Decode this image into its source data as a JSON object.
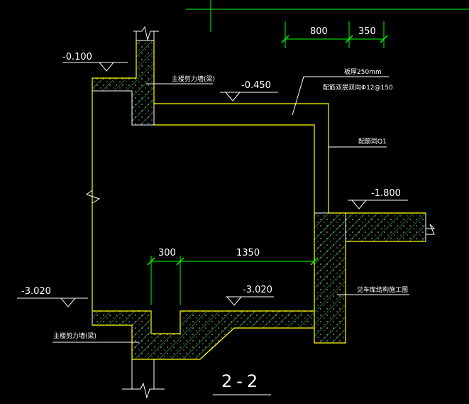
{
  "dimensions": {
    "top": [
      "800",
      "350"
    ],
    "middle": [
      "300",
      "1350"
    ]
  },
  "elevations": {
    "top_left": "-0.100",
    "slab": "-0.450",
    "right": "-1.800",
    "bottom_left": "-3.020",
    "bottom_inner": "-3.020"
  },
  "notes": {
    "main_wall_top": "主楼剪力墙(梁)",
    "slab_note_line1": "板厚250mm",
    "slab_note_line2": "配筋双层双向Φ12@150",
    "wall_q1": "配筋同Q1",
    "garage": "见车库结构施工图",
    "main_wall_bottom": "主楼剪力墙(梁)"
  },
  "section_title": "2-2",
  "colors": {
    "background": "#000000",
    "dimension": "#00ff00",
    "outline": "#ffff00",
    "leader": "#ffffff",
    "hatch": "#00ff00"
  }
}
